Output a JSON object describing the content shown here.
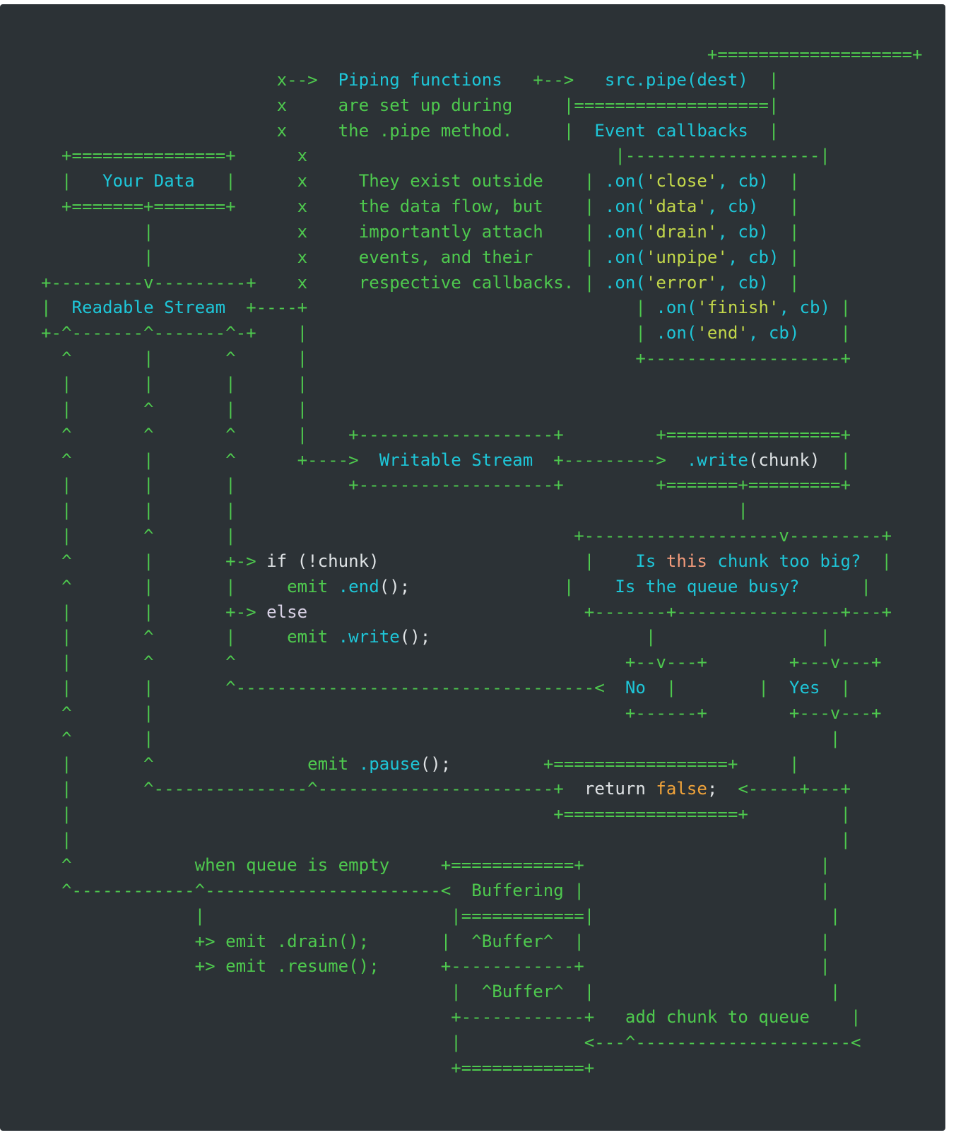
{
  "colors": {
    "background": "#2c3236",
    "frame": "#ffffff",
    "green": "#4ec94e",
    "cyan": "#1ec6d8",
    "yellow": "#c3d84a",
    "white": "#dfe3e5",
    "orange": "#f0a33a",
    "salmon": "#f49c7c",
    "lilac": "#d9d2e6"
  },
  "diagram": {
    "lines": [
      [
        [
          "                                                                 +===================+",
          "green"
        ]
      ],
      [
        [
          "                       x-->  ",
          "green"
        ],
        [
          "Piping functions",
          "cyan"
        ],
        [
          "   +-->   ",
          "green"
        ],
        [
          "src.pipe(dest)",
          "cyan"
        ],
        [
          "  |",
          "green"
        ]
      ],
      [
        [
          "                       x     ",
          "green"
        ],
        [
          "are set up during",
          "green"
        ],
        [
          "     |===================|",
          "green"
        ]
      ],
      [
        [
          "                       x     ",
          "green"
        ],
        [
          "the .pipe method.",
          "green"
        ],
        [
          "     |  ",
          "green"
        ],
        [
          "Event callbacks",
          "cyan"
        ],
        [
          "  |",
          "green"
        ]
      ],
      [
        [
          "  +===============+      x                              |-------------------|",
          "green"
        ]
      ],
      [
        [
          "  |   ",
          "green"
        ],
        [
          "Your Data",
          "cyan"
        ],
        [
          "   |      x     ",
          "green"
        ],
        [
          "They exist outside",
          "green"
        ],
        [
          "    | ",
          "green"
        ],
        [
          ".on(",
          "cyan"
        ],
        [
          "'close'",
          "yellow"
        ],
        [
          ", cb)",
          "cyan"
        ],
        [
          "  |",
          "green"
        ]
      ],
      [
        [
          "  +=======+=======+      x     ",
          "green"
        ],
        [
          "the data flow, but",
          "green"
        ],
        [
          "    | ",
          "green"
        ],
        [
          ".on(",
          "cyan"
        ],
        [
          "'data'",
          "yellow"
        ],
        [
          ", cb)",
          "cyan"
        ],
        [
          "   |",
          "green"
        ]
      ],
      [
        [
          "          |              x     ",
          "green"
        ],
        [
          "importantly attach",
          "green"
        ],
        [
          "    | ",
          "green"
        ],
        [
          ".on(",
          "cyan"
        ],
        [
          "'drain'",
          "yellow"
        ],
        [
          ", cb)",
          "cyan"
        ],
        [
          "  |",
          "green"
        ]
      ],
      [
        [
          "          |              x     ",
          "green"
        ],
        [
          "events, and their",
          "green"
        ],
        [
          "     | ",
          "green"
        ],
        [
          ".on(",
          "cyan"
        ],
        [
          "'unpipe'",
          "yellow"
        ],
        [
          ", cb)",
          "cyan"
        ],
        [
          " |",
          "green"
        ]
      ],
      [
        [
          "+---------v---------+    x     ",
          "green"
        ],
        [
          "respective callbacks.",
          "green"
        ],
        [
          " | ",
          "green"
        ],
        [
          ".on(",
          "cyan"
        ],
        [
          "'error'",
          "yellow"
        ],
        [
          ", cb)",
          "cyan"
        ],
        [
          "  |",
          "green"
        ]
      ],
      [
        [
          "|  ",
          "green"
        ],
        [
          "Readable Stream",
          "cyan"
        ],
        [
          "  +----+                                | ",
          "green"
        ],
        [
          ".on(",
          "cyan"
        ],
        [
          "'finish'",
          "yellow"
        ],
        [
          ", cb)",
          "cyan"
        ],
        [
          " |",
          "green"
        ]
      ],
      [
        [
          "+-^-------^-------^-+    |                                | ",
          "green"
        ],
        [
          ".on(",
          "cyan"
        ],
        [
          "'end'",
          "yellow"
        ],
        [
          ", cb)",
          "cyan"
        ],
        [
          "    |",
          "green"
        ]
      ],
      [
        [
          "  ^       |       ^      |                                +-------------------+",
          "green"
        ]
      ],
      [
        [
          "  |       |       |      |",
          "green"
        ]
      ],
      [
        [
          "  |       ^       |      |",
          "green"
        ]
      ],
      [
        [
          "  ^       ^       ^      |    +-------------------+         +=================+",
          "green"
        ]
      ],
      [
        [
          "  ^       |       ^      +---->  ",
          "green"
        ],
        [
          "Writable Stream",
          "cyan"
        ],
        [
          "  +--------->  ",
          "green"
        ],
        [
          ".write",
          "cyan"
        ],
        [
          "(chunk)",
          "white"
        ],
        [
          "  |",
          "green"
        ]
      ],
      [
        [
          "  |       |       |           +-------------------+         +=======+=========+",
          "green"
        ]
      ],
      [
        [
          "  |       |       |                                                 |",
          "green"
        ]
      ],
      [
        [
          "  |       ^       |                                 +-------------------v---------+",
          "green"
        ]
      ],
      [
        [
          "  ^       |       +-> ",
          "green"
        ],
        [
          "if (!chunk)",
          "white"
        ],
        [
          "                    |    ",
          "green"
        ],
        [
          "Is ",
          "cyan"
        ],
        [
          "this",
          "salmon"
        ],
        [
          " chunk too big?",
          "cyan"
        ],
        [
          "  |",
          "green"
        ]
      ],
      [
        [
          "  ^       |       |     ",
          "green"
        ],
        [
          "emit ",
          "green"
        ],
        [
          ".end",
          "cyan"
        ],
        [
          "();",
          "white"
        ],
        [
          "               |    ",
          "green"
        ],
        [
          "Is the queue busy?",
          "cyan"
        ],
        [
          "      |",
          "green"
        ]
      ],
      [
        [
          "  |       |       +-> ",
          "green"
        ],
        [
          "else",
          "lilac"
        ],
        [
          "                           +-------+----------------+---+",
          "green"
        ]
      ],
      [
        [
          "  |       ^       |     ",
          "green"
        ],
        [
          "emit ",
          "green"
        ],
        [
          ".write",
          "cyan"
        ],
        [
          "();",
          "white"
        ],
        [
          "                     |                |",
          "green"
        ]
      ],
      [
        [
          "  |       ^       ^                                      +--v---+        +---v---+",
          "green"
        ]
      ],
      [
        [
          "  |       |       ^-----------------------------------<  ",
          "green"
        ],
        [
          "No",
          "cyan"
        ],
        [
          "  |        |  ",
          "green"
        ],
        [
          "Yes",
          "cyan"
        ],
        [
          "  |",
          "green"
        ]
      ],
      [
        [
          "  ^       |                                              +------+        +---v---+",
          "green"
        ]
      ],
      [
        [
          "  ^       |                                                                  |",
          "green"
        ]
      ],
      [
        [
          "  |       ^               ",
          "green"
        ],
        [
          "emit ",
          "green"
        ],
        [
          ".pause",
          "cyan"
        ],
        [
          "();",
          "white"
        ],
        [
          "         +=================+     |",
          "green"
        ]
      ],
      [
        [
          "  |       ^---------------^-----------------------+  ",
          "green"
        ],
        [
          "return ",
          "white"
        ],
        [
          "false",
          "orange"
        ],
        [
          ";",
          "white"
        ],
        [
          "  <-----+---+",
          "green"
        ]
      ],
      [
        [
          "  |                                               +=================+         |",
          "green"
        ]
      ],
      [
        [
          "  |                                                                           |",
          "green"
        ]
      ],
      [
        [
          "  ^            ",
          "green"
        ],
        [
          "when queue is empty",
          "green"
        ],
        [
          "     +============+                       |",
          "green"
        ]
      ],
      [
        [
          "  ^------------^-----------------------<  ",
          "green"
        ],
        [
          "Buffering",
          "green"
        ],
        [
          " |                       |",
          "green"
        ]
      ],
      [
        [
          "               |                        |============|                       |",
          "green"
        ]
      ],
      [
        [
          "               +> ",
          "green"
        ],
        [
          "emit .drain();",
          "green"
        ],
        [
          "       |  ^Buffer^  |                       |",
          "green"
        ]
      ],
      [
        [
          "               +> ",
          "green"
        ],
        [
          "emit .resume();",
          "green"
        ],
        [
          "      +------------+                       |",
          "green"
        ]
      ],
      [
        [
          "                                        |  ^Buffer^  |                       |",
          "green"
        ]
      ],
      [
        [
          "                                        +------------+   ",
          "green"
        ],
        [
          "add chunk to queue",
          "green"
        ],
        [
          "    |",
          "green"
        ]
      ],
      [
        [
          "                                        |            <---^---------------------<",
          "green"
        ]
      ],
      [
        [
          "                                        +============+",
          "green"
        ]
      ]
    ]
  }
}
